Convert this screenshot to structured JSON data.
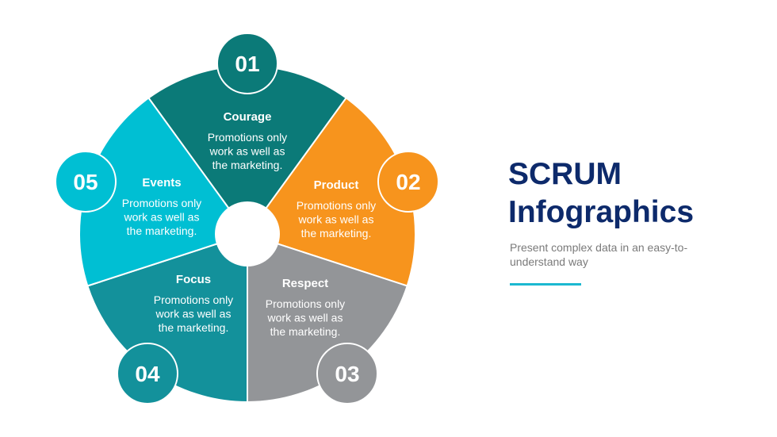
{
  "header": {
    "title_line1": "SCRUM",
    "title_line2": "Infographics",
    "subtitle": "Present complex data in an easy-to-understand way"
  },
  "colors": {
    "title": "#0d2a6b",
    "accent": "#1bb8d0"
  },
  "segments": [
    {
      "number": "01",
      "title": "Courage",
      "body": [
        "Promotions only",
        "work as well as",
        "the marketing."
      ],
      "color": "#0b7a78"
    },
    {
      "number": "02",
      "title": "Product",
      "body": [
        "Promotions only",
        "work as well as",
        "the marketing."
      ],
      "color": "#f7941d"
    },
    {
      "number": "03",
      "title": "Respect",
      "body": [
        "Promotions only",
        "work as well as",
        "the marketing."
      ],
      "color": "#939598"
    },
    {
      "number": "04",
      "title": "Focus",
      "body": [
        "Promotions only",
        "work as well as",
        "the marketing."
      ],
      "color": "#13919b"
    },
    {
      "number": "05",
      "title": "Events",
      "body": [
        "Promotions only",
        "work as well as",
        "the marketing."
      ],
      "color": "#00bfd3"
    }
  ]
}
